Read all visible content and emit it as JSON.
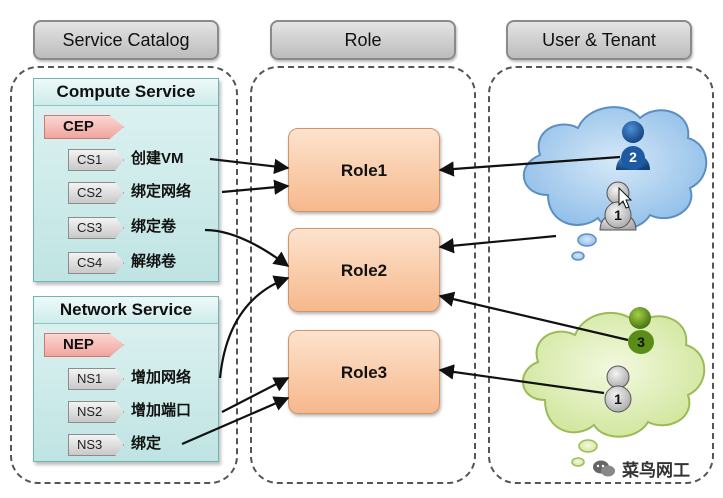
{
  "headers": {
    "service_catalog": "Service Catalog",
    "role": "Role",
    "user_tenant": "User & Tenant"
  },
  "compute_service": {
    "title": "Compute Service",
    "endpoint": "CEP",
    "items": [
      {
        "id": "CS1",
        "action": "创建VM"
      },
      {
        "id": "CS2",
        "action": "绑定网络"
      },
      {
        "id": "CS3",
        "action": "绑定卷"
      },
      {
        "id": "CS4",
        "action": "解绑卷"
      }
    ]
  },
  "network_service": {
    "title": "Network Service",
    "endpoint": "NEP",
    "items": [
      {
        "id": "NS1",
        "action": "增加网络"
      },
      {
        "id": "NS2",
        "action": "增加端口"
      },
      {
        "id": "NS3",
        "action": "绑定"
      }
    ]
  },
  "roles": [
    "Role1",
    "Role2",
    "Role3"
  ],
  "tenants": {
    "blue": {
      "color": "#9cc7ec",
      "users": [
        "2",
        "1"
      ]
    },
    "green": {
      "color": "#ddeeb1",
      "users": [
        "3",
        "1"
      ]
    }
  },
  "colors": {
    "user_blue": "#1e5ca8",
    "user_green": "#5c8f16",
    "user_gray": "#c8c8c8",
    "role_fill": "#f6b88d",
    "service_fill": "#cdeceb"
  },
  "watermark": "菜鸟网工"
}
